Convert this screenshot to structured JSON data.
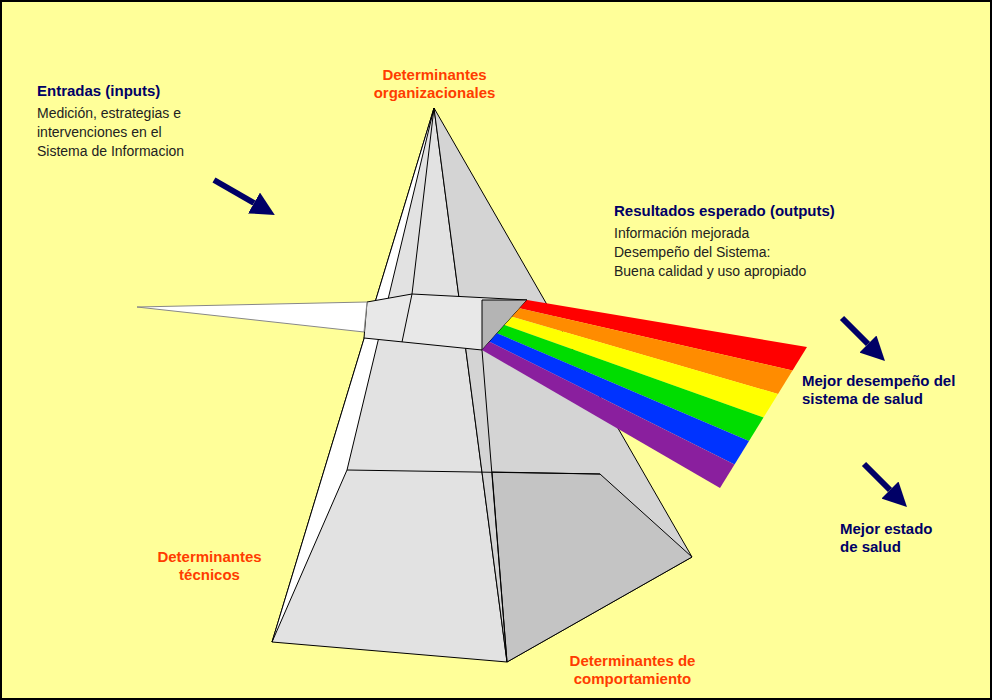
{
  "diagram": {
    "labels": [
      "Determinantes organizacionales",
      "Entradas (inputs)",
      "Medición, estrategias e intervenciones en el Sistema de Informacion",
      "Resultados esperado (outputs)",
      "Información mejorada",
      "Desempeño del Sistema:",
      "Buena calidad y uso apropiado",
      "Mejor desempeño del sistema de salud",
      "Mejor estado de salud",
      "Determinantes técnicos",
      "Determinantes de comportamiento"
    ]
  }
}
